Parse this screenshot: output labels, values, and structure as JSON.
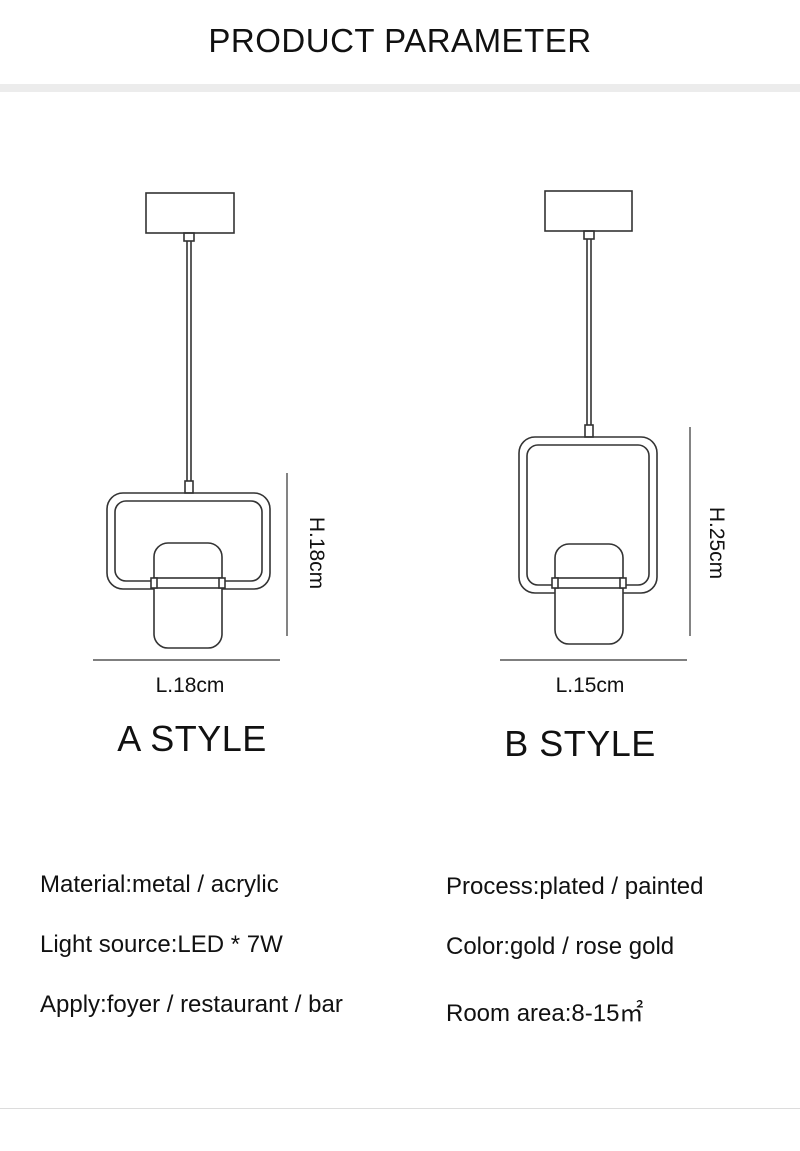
{
  "header": {
    "title": "PRODUCT PARAMETER"
  },
  "styles": [
    {
      "name": "A STYLE",
      "length_label": "L.18cm",
      "height_label": "H.18cm"
    },
    {
      "name": "B STYLE",
      "length_label": "L.15cm",
      "height_label": "H.25cm"
    }
  ],
  "specs": {
    "left": [
      "Material:metal / acrylic",
      "Light source:LED * 7W",
      "Apply:foyer / restaurant / bar"
    ],
    "right": [
      "Process:plated / painted",
      "Color:gold / rose gold",
      "Room area:8-15㎡"
    ]
  }
}
